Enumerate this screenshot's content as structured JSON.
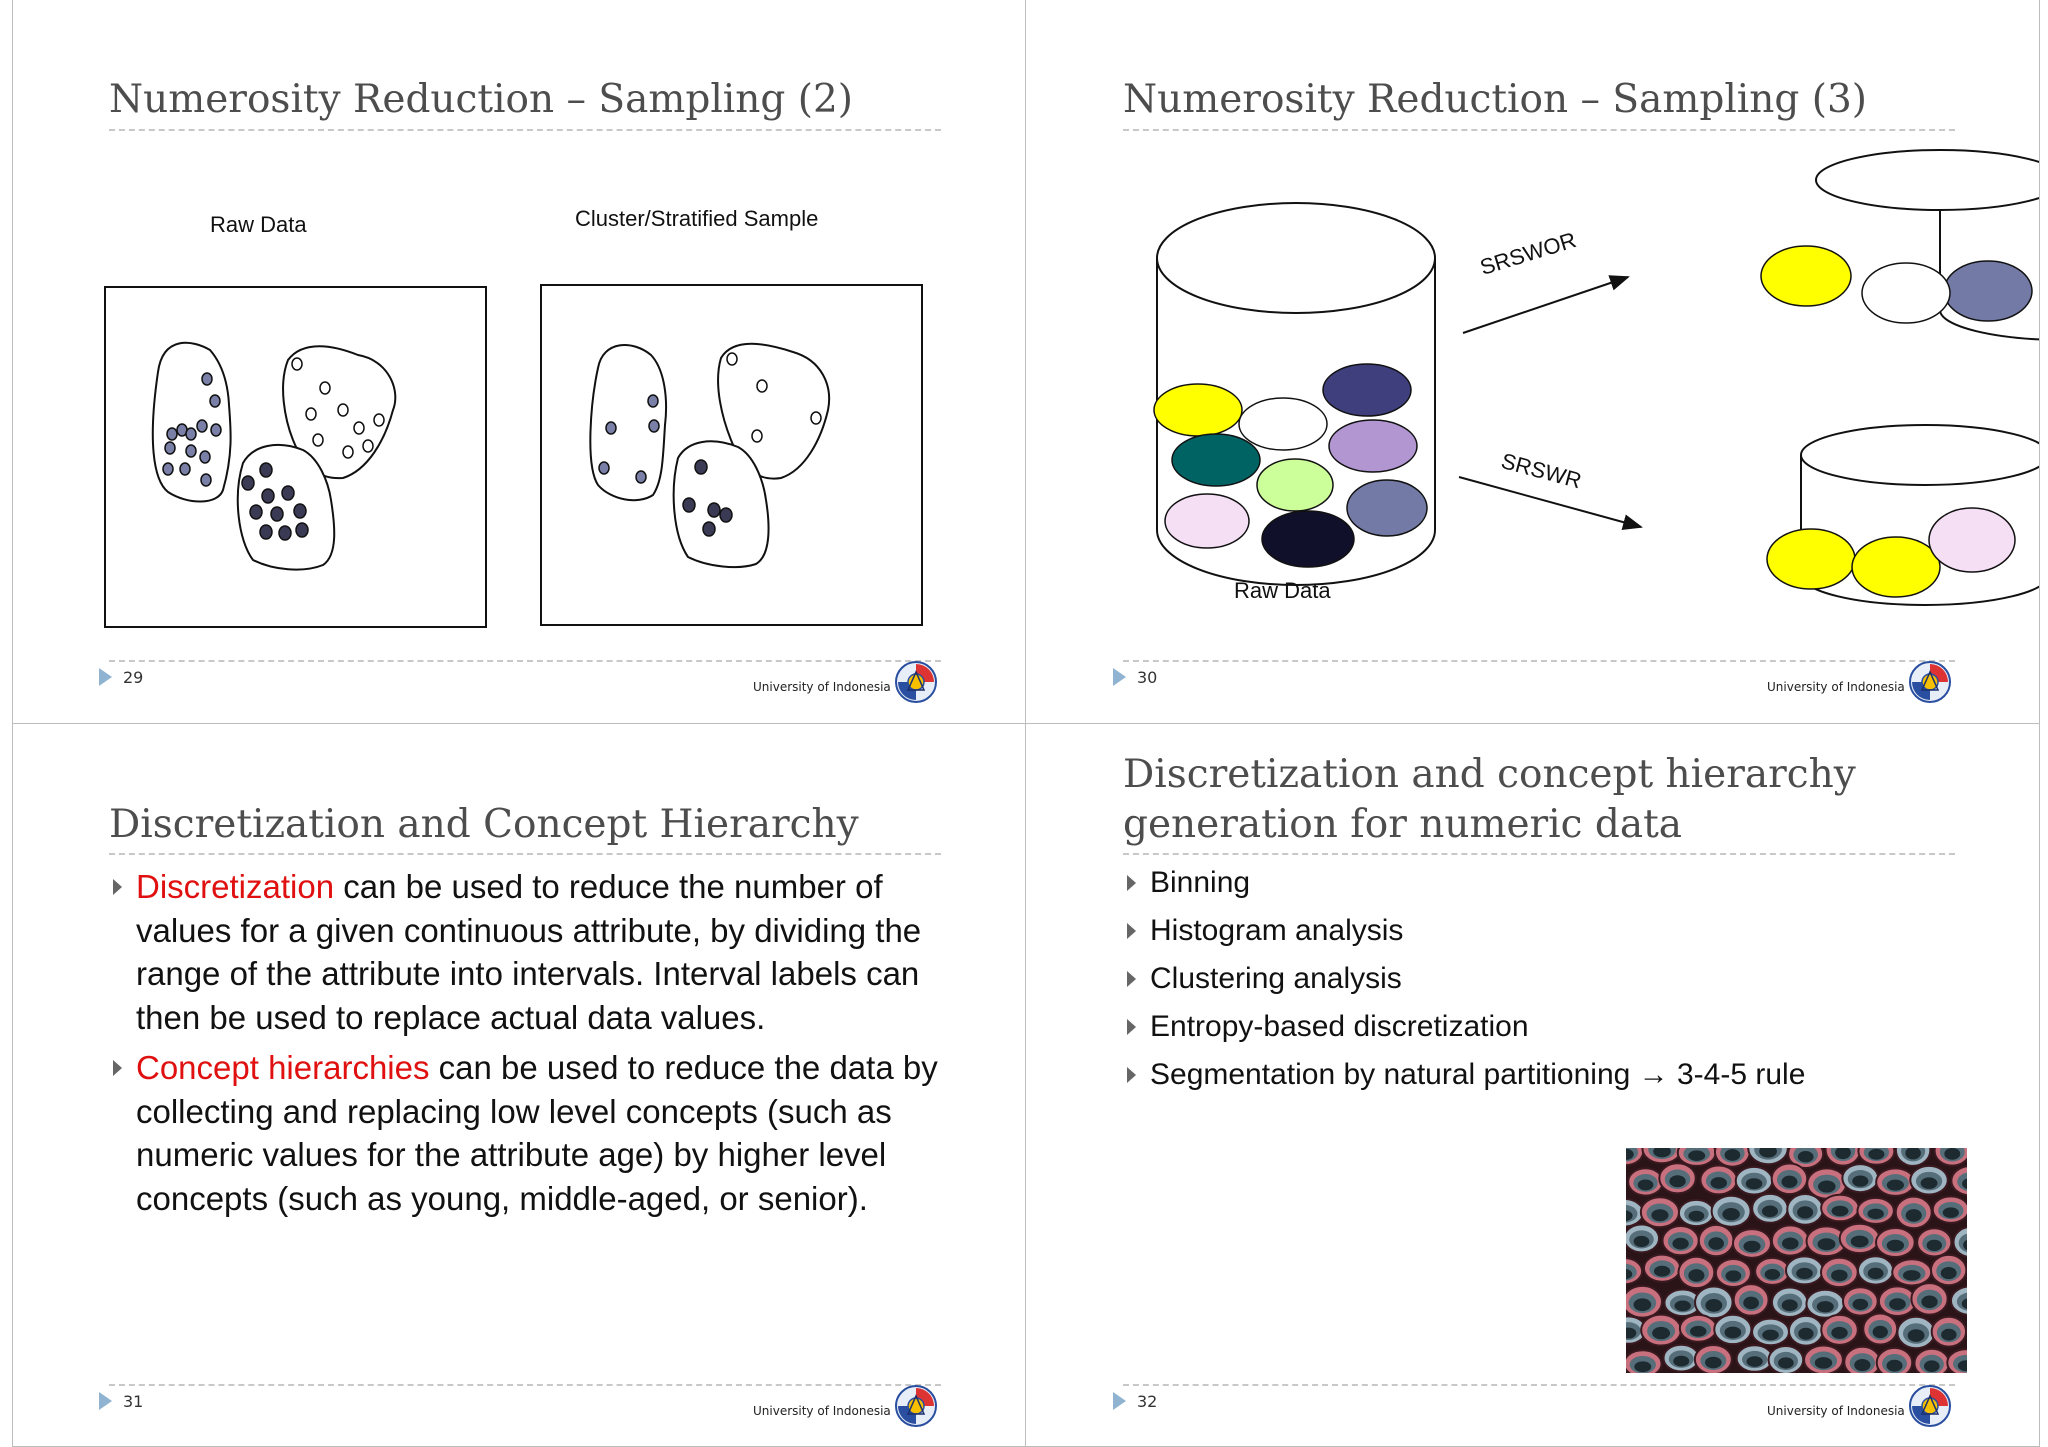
{
  "footer_org": "University of Indonesia",
  "slides": [
    {
      "number": "29",
      "title": "Numerosity Reduction – Sampling (2)",
      "raw_label": "Raw Data",
      "sample_label": "Cluster/Stratified Sample"
    },
    {
      "number": "30",
      "title": "Numerosity Reduction – Sampling (3)",
      "raw_label": "Raw Data",
      "arrow1_label": "SRSWOR",
      "arrow2_label": "SRSWR",
      "colors": {
        "yellow": "#ffff00",
        "white": "#ffffff",
        "slate": "#737aa5",
        "navy": "#3f3f7e",
        "teal": "#006363",
        "lavender": "#b296d2",
        "light_green": "#ccff99",
        "pink": "#f5dff5",
        "black": "#10102a"
      }
    },
    {
      "number": "31",
      "title": "Discretization and Concept Hierarchy",
      "bullets": [
        {
          "highlight": "Discretization",
          "text": " can be used to reduce the number of values for a given continuous attribute, by dividing the range of the attribute into intervals. Interval labels can then be used to replace actual data values."
        },
        {
          "highlight": "Concept hierarchies",
          "text": " can be used to reduce the data by collecting and replacing low level concepts (such as numeric values for the attribute age) by higher level concepts (such as young, middle-aged, or senior)."
        }
      ],
      "highlight_color": "#e01010"
    },
    {
      "number": "32",
      "title_line1": "Discretization and concept hierarchy",
      "title_line2": "generation for numeric data",
      "bullets": [
        "Binning",
        "Histogram analysis",
        "Clustering analysis",
        "Entropy-based discretization"
      ],
      "last_bullet_text": "Segmentation by natural partitioning ",
      "last_bullet_arrow": "→",
      "last_bullet_tail": " 3-4-5 rule"
    }
  ]
}
